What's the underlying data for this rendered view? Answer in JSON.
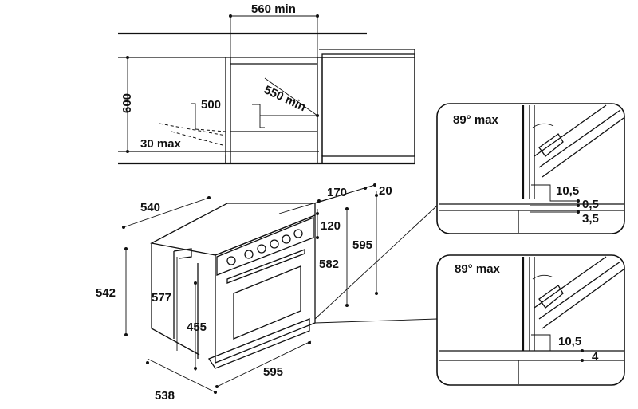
{
  "cabinet": {
    "width_min": "560 min",
    "height": "600",
    "depth_min": "550 min",
    "mid": "500",
    "gap": "30 max"
  },
  "oven": {
    "depth_top": "540",
    "width_front": "595",
    "height_total": "595",
    "depth_bottom": "538",
    "height_body": "542",
    "height_recess": "577",
    "height_inner": "582",
    "height_front": "455",
    "top_depth": "170",
    "top_lip": "20",
    "control_height": "120"
  },
  "detail_top": {
    "angle": "89° max",
    "gap": "10,5",
    "offset_a": "0,5",
    "offset_b": "3,5"
  },
  "detail_bottom": {
    "angle": "89° max",
    "gap": "10,5",
    "offset": "4"
  }
}
